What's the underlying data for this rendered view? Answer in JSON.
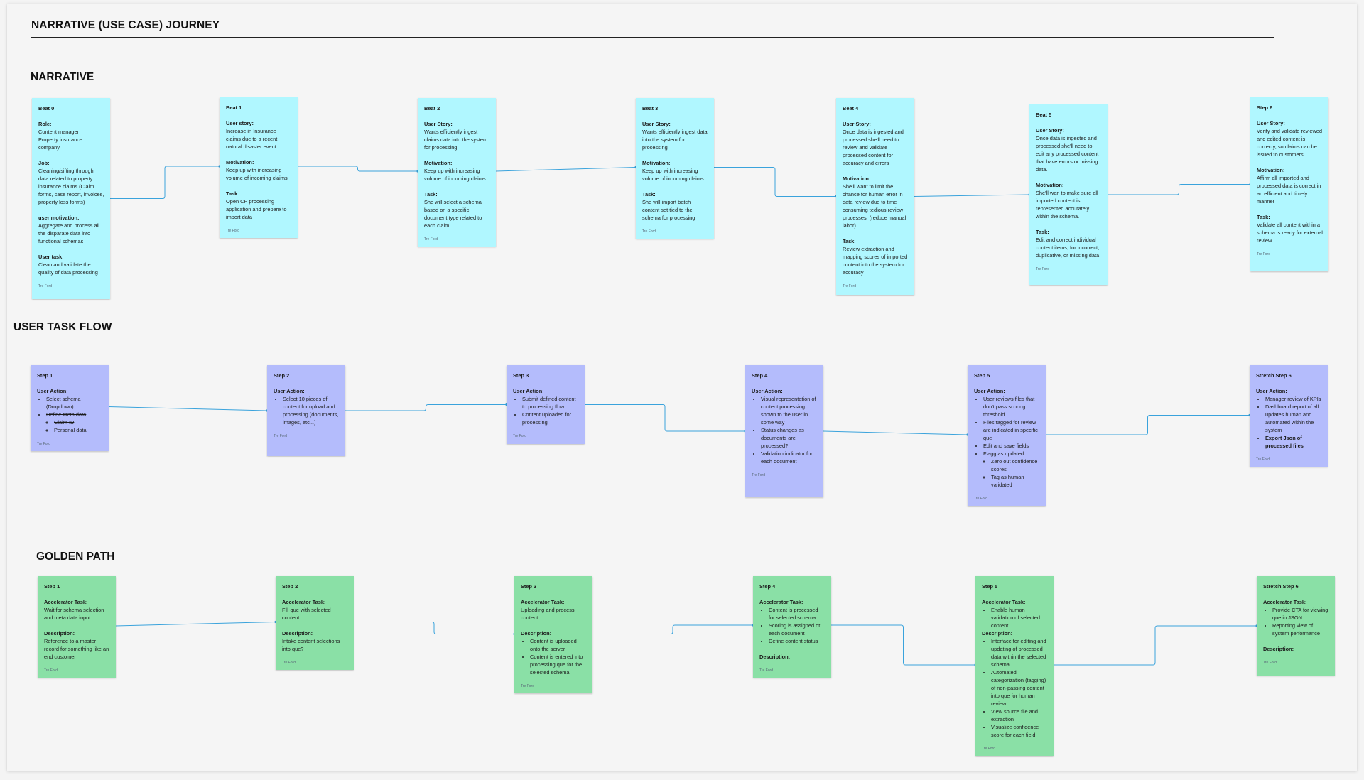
{
  "title": "NARRATIVE (USE CASE) JOURNEY",
  "sections": {
    "narrative": "NARRATIVE",
    "task_flow": "USER TASK FLOW",
    "golden_path": "GOLDEN PATH"
  },
  "author": "Tre Ford",
  "colors": {
    "narrative_card": "#b0f7ff",
    "task_card": "#b4bcfc",
    "golden_card": "#8ae0a6",
    "connector": "#3aa3dc"
  },
  "narrative_cards": [
    {
      "title": "Beat 0",
      "sections": [
        {
          "label": "Role:",
          "text": "Content manager\nProperty insurance company"
        },
        {
          "label": "Job:",
          "text": "Cleaning/sifting through data related to property insurance claims (Claim forms, case report, invoices, property loss forms)"
        },
        {
          "label": "user motivation:",
          "text": "Aggregate and process all the disparate data into functional schemas"
        },
        {
          "label": "User task:",
          "text": "Clean and validate the quality of data processing"
        }
      ]
    },
    {
      "title": "Beat 1",
      "sections": [
        {
          "label": "User story:",
          "text": "Increase in Insurance claims due to a recent natural disaster event."
        },
        {
          "label": "Motivation:",
          "text": "Keep up with increasing volume of incoming claims"
        },
        {
          "label": "Task:",
          "text": "Open CP processing application and prepare to import data"
        }
      ]
    },
    {
      "title": "Beat 2",
      "sections": [
        {
          "label": "User Story:",
          "text": "Wants efficiently ingest claims data into the system for processing"
        },
        {
          "label": "Motivation:",
          "text": "Keep up with increasing volume of incoming claims"
        },
        {
          "label": "Task:",
          "text": "She will select a schema based on  a specific document type related to each claim"
        }
      ]
    },
    {
      "title": "Beat 3",
      "sections": [
        {
          "label": "User Story:",
          "text": "Wants efficiently ingest data into the system for processing"
        },
        {
          "label": "Motivation:",
          "text": "Keep up with increasing volume of incoming claims"
        },
        {
          "label": "Task:",
          "text": "She will import batch content set tied to the schema for processing"
        }
      ]
    },
    {
      "title": "Beat 4",
      "sections": [
        {
          "label": "User Story:",
          "text": "Once data is ingested and processed she'll need to review and validate processed content for accuracy and errors"
        },
        {
          "label": "Motivation:",
          "text": "She'll want to limit the chance for human error in data review due to time consuming tedious review processes. (reduce manual labor)"
        },
        {
          "label": "Task:",
          "text": "Review extraction and mapping scores of imported content into the system for accuracy"
        }
      ]
    },
    {
      "title": "Beat 5",
      "sections": [
        {
          "label": "User Story:",
          "text": "Once data is ingested and processed she'll need to edit any processed content that have errors or missing data."
        },
        {
          "label": "Motivation:",
          "text": "She'll wan to make sure all imported content is represented accurately within the schema."
        },
        {
          "label": "Task:",
          "text": "Edit and correct individual content items, for incorrect, duplicative, or missing data"
        }
      ]
    },
    {
      "title": "Step 6",
      "sections": [
        {
          "label": "User Story:",
          "text": "Verify and validate reviewed and edited content is correcty, so claims can be issued to customers."
        },
        {
          "label": "Motivation:",
          "text": "Affirm all imported and processed data is correct in an efficient and timely manner"
        },
        {
          "label": "Task:",
          "text": "Validate all content within a schema is ready for external review"
        }
      ]
    }
  ],
  "task_cards": [
    {
      "title": "Step 1",
      "label": "User Action:",
      "items": [
        {
          "text": "Select schema (Dropdown)"
        },
        {
          "text": "Define Meta data",
          "strike": true,
          "children": [
            {
              "text": "Claim ID",
              "strike": true
            },
            {
              "text": "Personal data",
              "strike": true
            }
          ]
        }
      ]
    },
    {
      "title": "Step 2",
      "label": "User Action:",
      "items": [
        {
          "text": "Select 10 pieces of content for upload and processing (documents, images, etc...)"
        }
      ]
    },
    {
      "title": "Step 3",
      "label": "User Action:",
      "items": [
        {
          "text": "Submit defined content to processing flow"
        },
        {
          "text": "Content uploaded for processing"
        }
      ]
    },
    {
      "title": "Step 4",
      "label": "User Action:",
      "items": [
        {
          "text": "Visual representation of content processing shown to the user in some way"
        },
        {
          "text": "Status changes as documents are processed?"
        },
        {
          "text": "Validation indicator for each document"
        }
      ]
    },
    {
      "title": "Step 5",
      "label": "User Action:",
      "items": [
        {
          "text": "User reviews files that don't pass scoring threshold"
        },
        {
          "text": "Files tagged for review are indicated in specific que"
        },
        {
          "text": "Edit and save fields"
        },
        {
          "text": "Flagg as updated",
          "children": [
            {
              "text": "Zero out confidence scores"
            },
            {
              "text": "Tag as human validated"
            }
          ]
        }
      ]
    },
    {
      "title": "Stretch Step 6",
      "label": "User Action:",
      "items": [
        {
          "text": "Manager review of KPIs"
        },
        {
          "text": "Dashboard report of all updates human and automated within the system"
        },
        {
          "text": "Export Json of processed files",
          "bold": true
        }
      ]
    }
  ],
  "golden_cards": [
    {
      "title": "Step 1",
      "sections": [
        {
          "label": "Accelerator Task:",
          "text": "Wait for schema selection and meta data input"
        },
        {
          "label": "Description:",
          "text": "Reference to a master record for something like an end customer"
        }
      ]
    },
    {
      "title": "Step 2",
      "sections": [
        {
          "label": "Accelerator Task:",
          "text": "Fill que with selected content"
        },
        {
          "label": "Description:",
          "text": "Intake content selections into que?"
        }
      ]
    },
    {
      "title": "Step 3",
      "sections": [
        {
          "label": "Accelerator Task:",
          "text": "Uploading and process content"
        },
        {
          "label": "Description:",
          "items": [
            "Content is uploaded onto the server",
            "Content is entered into processing que for the selected schema"
          ]
        }
      ]
    },
    {
      "title": "Step 4",
      "sections": [
        {
          "label": "Accelerator Task:",
          "items": [
            "Content is processed for selected schema",
            "Scoring is assigned ot each document",
            "Define content status"
          ]
        },
        {
          "label": "Description:",
          "text": ""
        }
      ]
    },
    {
      "title": "Step 5",
      "sections": [
        {
          "label": "Accelerator Task:",
          "items": [
            "Enable human validation of selected content"
          ],
          "tight": true
        },
        {
          "label": "Description:",
          "items": [
            "Interface for editing and updating of processed data within the selected schema",
            "Automated categorization (tagging) of non-passing content into que for human review",
            "View source file and extraction",
            "Visualize confidence score for each field"
          ]
        }
      ]
    },
    {
      "title": "Stretch Step 6",
      "sections": [
        {
          "label": "Accelerator Task:",
          "items": [
            "Provide CTA for viewing que in JSON",
            "Reporting view of system performance"
          ]
        },
        {
          "label": "Description:",
          "text": ""
        }
      ]
    }
  ]
}
